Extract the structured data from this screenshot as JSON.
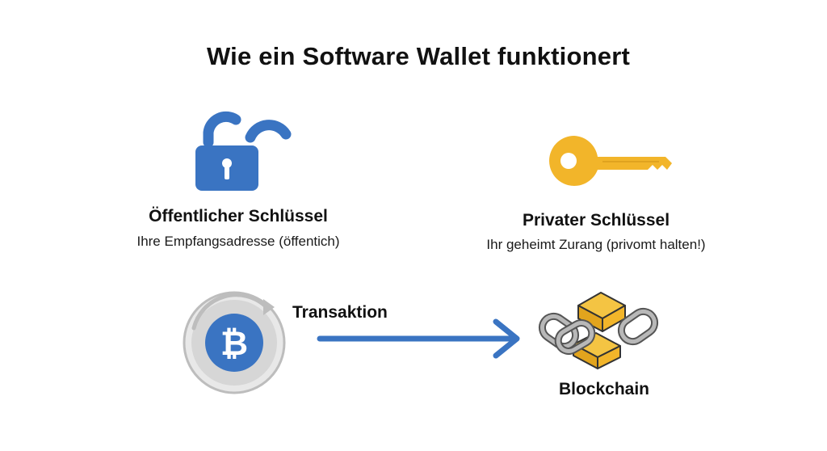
{
  "title": "Wie ein Software Wallet funktionert",
  "public_key": {
    "title": "Öffentlicher Schlüssel",
    "subtitle": "Ihre Empfangsadresse (öffentich)",
    "icon": "padlock-open-icon",
    "color": "#3a74c2"
  },
  "private_key": {
    "title": "Privater Schlüssel",
    "subtitle": "Ihr geheimt Zurang (privomt halten!)",
    "icon": "key-icon",
    "color": "#f2b52a"
  },
  "transaction": {
    "label": "Transaktion",
    "icon": "bitcoin-coin-icon",
    "arrow_color": "#3a74c2"
  },
  "blockchain": {
    "label": "Blockchain",
    "icon": "blockchain-chain-icon",
    "block_color": "#f2b52a",
    "link_color": "#9a9a9a"
  }
}
